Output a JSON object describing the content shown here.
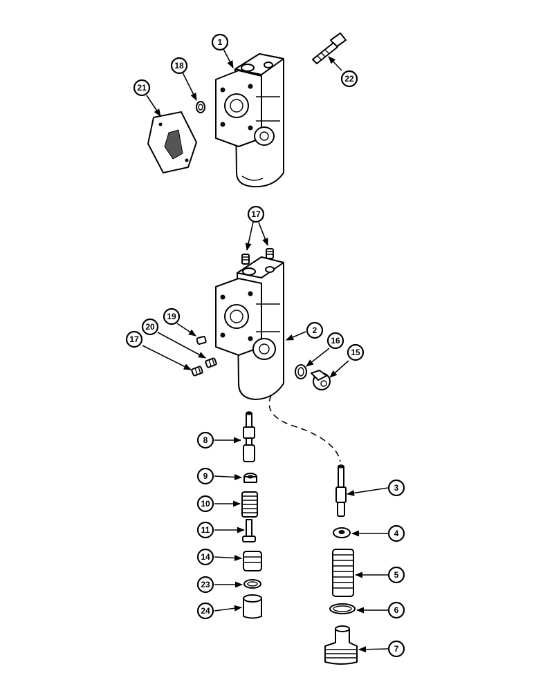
{
  "callouts": {
    "c1": "1",
    "c2": "2",
    "c3": "3",
    "c4": "4",
    "c5": "5",
    "c6": "6",
    "c7": "7",
    "c8": "8",
    "c9": "9",
    "c10": "10",
    "c11": "11",
    "c14": "14",
    "c15": "15",
    "c16": "16",
    "c17a": "17",
    "c17b": "17",
    "c18": "18",
    "c19": "19",
    "c20": "20",
    "c21": "21",
    "c22": "22",
    "c23": "23",
    "c24": "24"
  }
}
